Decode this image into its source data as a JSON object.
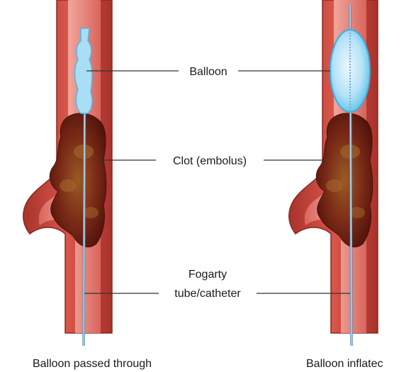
{
  "labels": {
    "balloon": "Balloon",
    "clot": "Clot (embolus)",
    "fogarty_line1": "Fogarty",
    "fogarty_line2": "tube/catheter"
  },
  "captions": {
    "left": "Balloon passed through",
    "right": "Balloon inflatec"
  },
  "colors": {
    "vessel_wall": "#c8463c",
    "vessel_wall_dark": "#9c2f2a",
    "lumen": "#e88f86",
    "clot": "#7a1f14",
    "clot_highlight": "#a3602a",
    "balloon": "#a9def5",
    "balloon_edge": "#4fb8e8",
    "catheter": "#7aa9c8",
    "leader_line": "#333333"
  }
}
